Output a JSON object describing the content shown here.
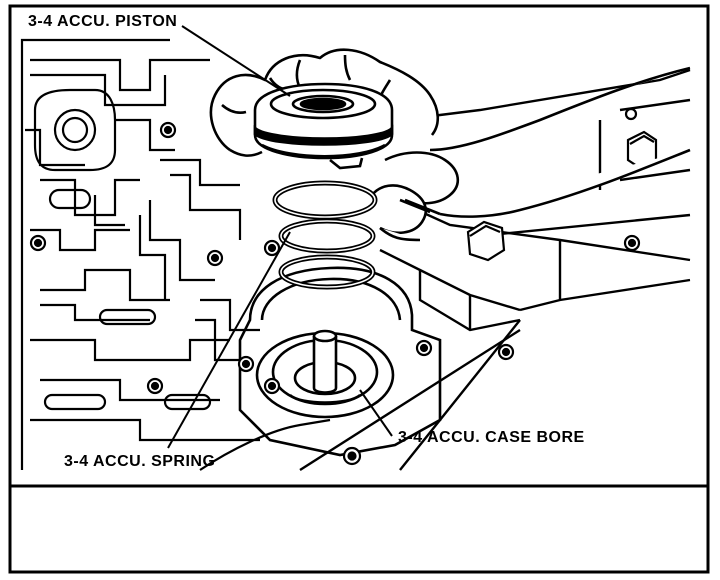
{
  "labels": {
    "piston": "3-4 ACCU. PISTON",
    "spring": "3-4 ACCU. SPRING",
    "case_bore": "3-4 ACCU. CASE BORE"
  },
  "colors": {
    "ink": "#000000",
    "paper": "#ffffff"
  },
  "icons": {
    "piston": "accumulator-piston-icon",
    "spring": "coil-spring-icon",
    "case_bore": "case-bore-icon",
    "hand": "hand-icon",
    "bolt": "bolt-icon"
  }
}
